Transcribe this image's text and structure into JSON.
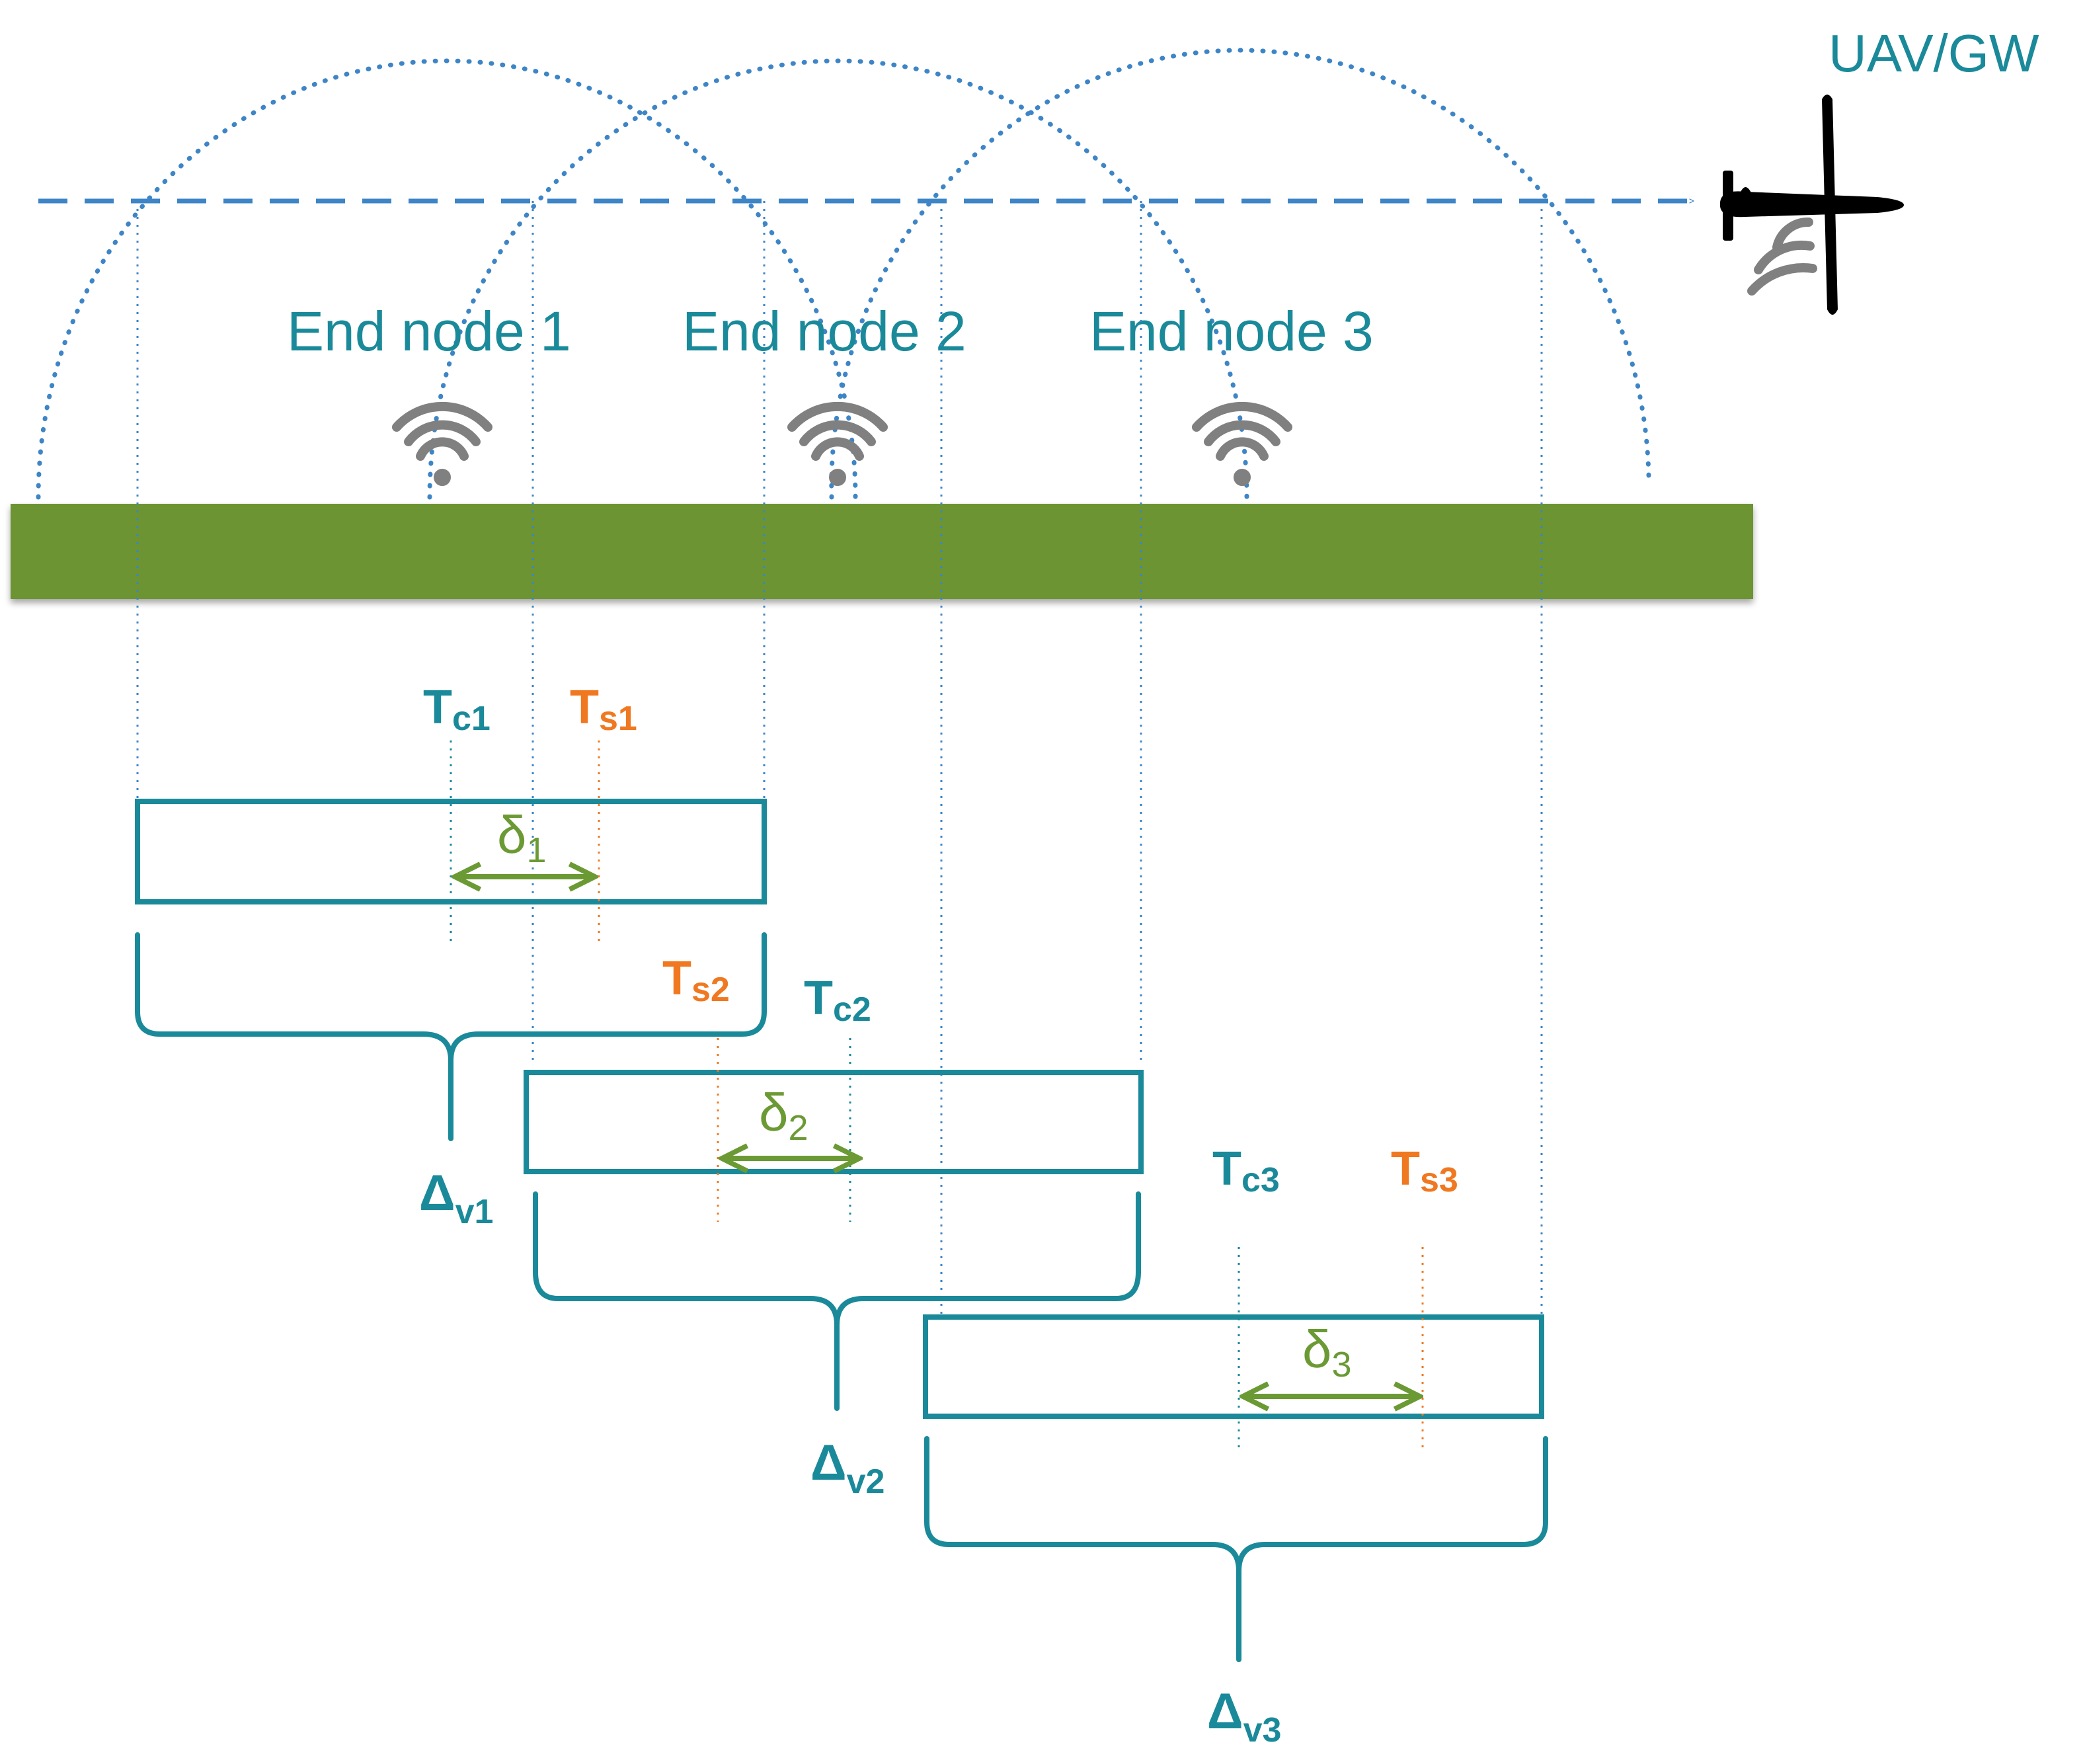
{
  "colors": {
    "teal": "#1a8a9a",
    "orange": "#f07820",
    "green_arrow": "#6b9a34",
    "ground": "#6c9433",
    "flight_path": "#3d85c6",
    "wifi_gray": "#808080",
    "plane": "#000000"
  },
  "icons": [
    "uav-plane-icon",
    "wifi-signal-icon"
  ],
  "labels": {
    "uav_gw": "UAV/GW",
    "nodes": [
      "End node 1",
      "End node 2",
      "End node 3"
    ],
    "T": "T",
    "c1": "c1",
    "s1": "s1",
    "c2": "c2",
    "s2": "s2",
    "c3": "c3",
    "s3": "s3",
    "delta": "δ",
    "d1": "1",
    "d2": "2",
    "d3": "3",
    "Delta": "Δ",
    "v1": "v1",
    "v2": "v2",
    "v3": "v3"
  }
}
